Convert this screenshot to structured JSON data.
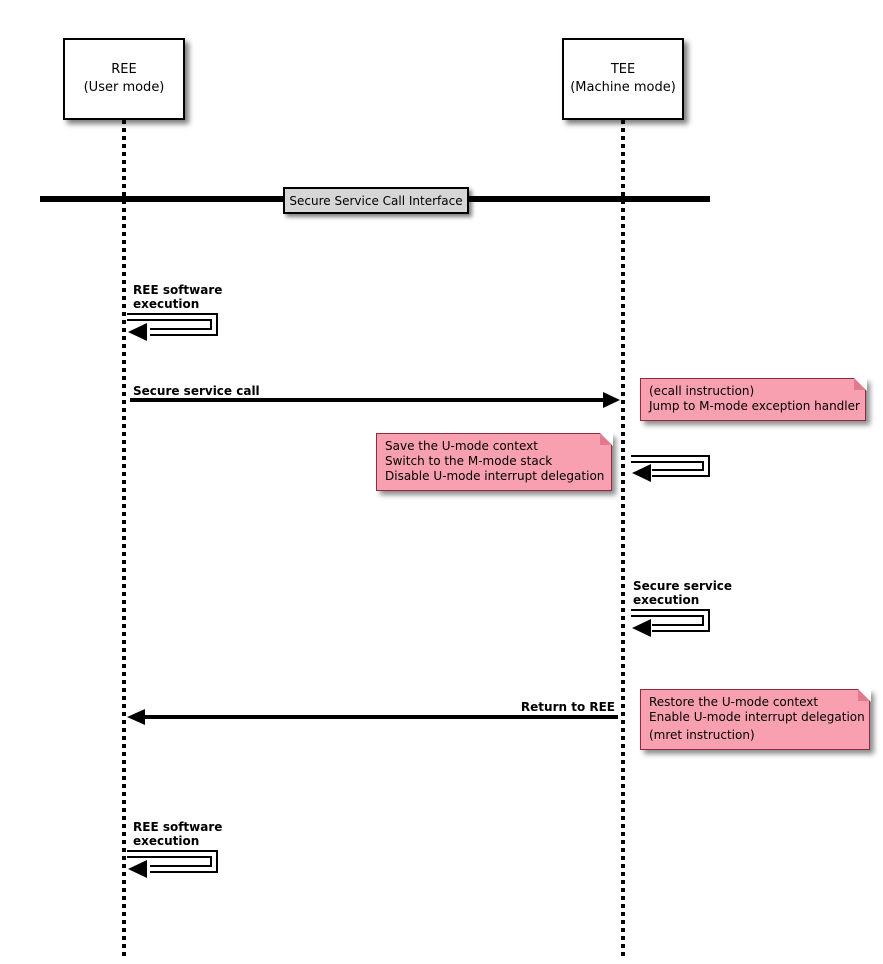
{
  "actors": [
    {
      "name": "REE",
      "mode": "(User mode)"
    },
    {
      "name": "TEE",
      "mode": "(Machine mode)"
    }
  ],
  "divider": {
    "label": "Secure Service Call Interface"
  },
  "messages": {
    "ree_exec_1": {
      "line1": "REE software",
      "line2": "execution"
    },
    "secure_call": {
      "label": "Secure service call"
    },
    "secure_exec": {
      "line1": "Secure service",
      "line2": "execution"
    },
    "return_ree": {
      "label": "Return to REE"
    },
    "ree_exec_2": {
      "line1": "REE software",
      "line2": "execution"
    }
  },
  "notes": {
    "ecall": {
      "lines": [
        "(ecall instruction)",
        "Jump to M-mode exception handler"
      ]
    },
    "save_context": {
      "lines": [
        "Save the U-mode context",
        "Switch to the M-mode stack",
        "Disable U-mode interrupt delegation"
      ]
    },
    "restore_context": {
      "lines": [
        "Restore the U-mode context",
        "Enable U-mode interrupt delegation",
        "(mret instruction)"
      ]
    }
  },
  "colors": {
    "note_bg": "#F9A0B0",
    "note_border": "#8E2B3E",
    "note_fold": "#E2798D",
    "divider_label_bg": "#D6D6D6",
    "line_color": "#000000"
  }
}
